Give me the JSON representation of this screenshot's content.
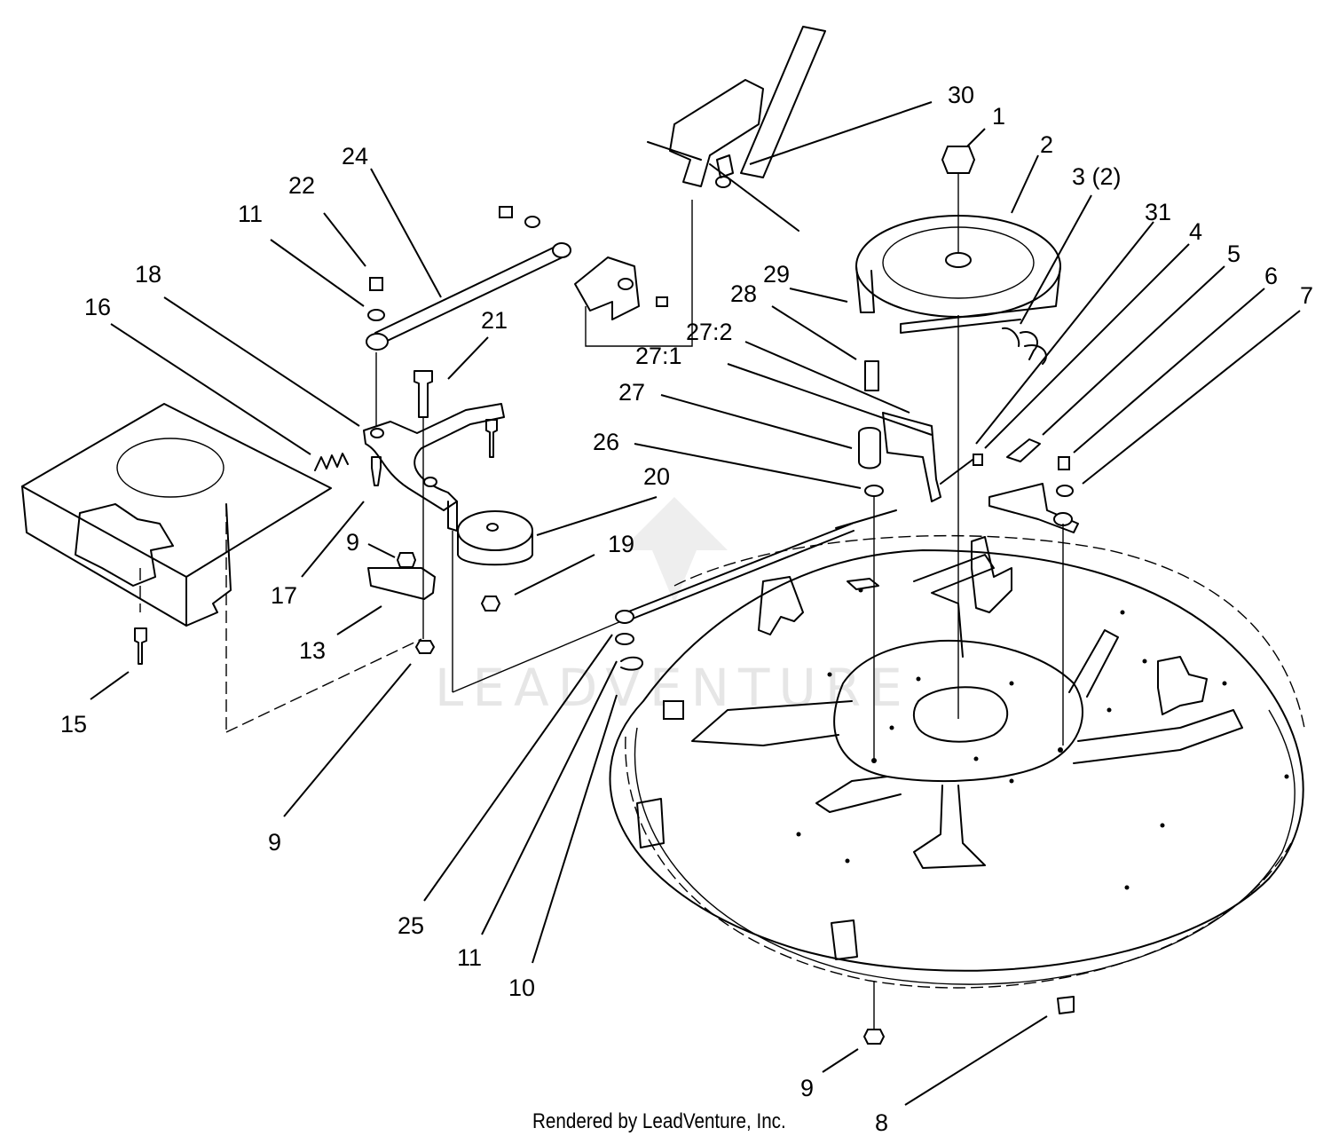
{
  "watermark": {
    "text": "LEADVENTURE"
  },
  "credit": "Rendered by LeadVenture, Inc.",
  "callouts": [
    {
      "id": "c30",
      "text": "30"
    },
    {
      "id": "c1",
      "text": "1"
    },
    {
      "id": "c2",
      "text": "2"
    },
    {
      "id": "c3",
      "text": "3 (2)"
    },
    {
      "id": "c31",
      "text": "31"
    },
    {
      "id": "c4",
      "text": "4"
    },
    {
      "id": "c5",
      "text": "5"
    },
    {
      "id": "c6",
      "text": "6"
    },
    {
      "id": "c7",
      "text": "7"
    },
    {
      "id": "c24",
      "text": "24"
    },
    {
      "id": "c22",
      "text": "22"
    },
    {
      "id": "c11a",
      "text": "11"
    },
    {
      "id": "c18",
      "text": "18"
    },
    {
      "id": "c16",
      "text": "16"
    },
    {
      "id": "c21",
      "text": "21"
    },
    {
      "id": "c29",
      "text": "29"
    },
    {
      "id": "c28",
      "text": "28"
    },
    {
      "id": "c272",
      "text": "27:2"
    },
    {
      "id": "c271",
      "text": "27:1"
    },
    {
      "id": "c27",
      "text": "27"
    },
    {
      "id": "c26",
      "text": "26"
    },
    {
      "id": "c20",
      "text": "20"
    },
    {
      "id": "c19",
      "text": "19"
    },
    {
      "id": "c9a",
      "text": "9"
    },
    {
      "id": "c17",
      "text": "17"
    },
    {
      "id": "c13",
      "text": "13"
    },
    {
      "id": "c15",
      "text": "15"
    },
    {
      "id": "c9b",
      "text": "9"
    },
    {
      "id": "c25",
      "text": "25"
    },
    {
      "id": "c11b",
      "text": "11"
    },
    {
      "id": "c10",
      "text": "10"
    },
    {
      "id": "c9c",
      "text": "9"
    },
    {
      "id": "c8",
      "text": "8"
    }
  ]
}
